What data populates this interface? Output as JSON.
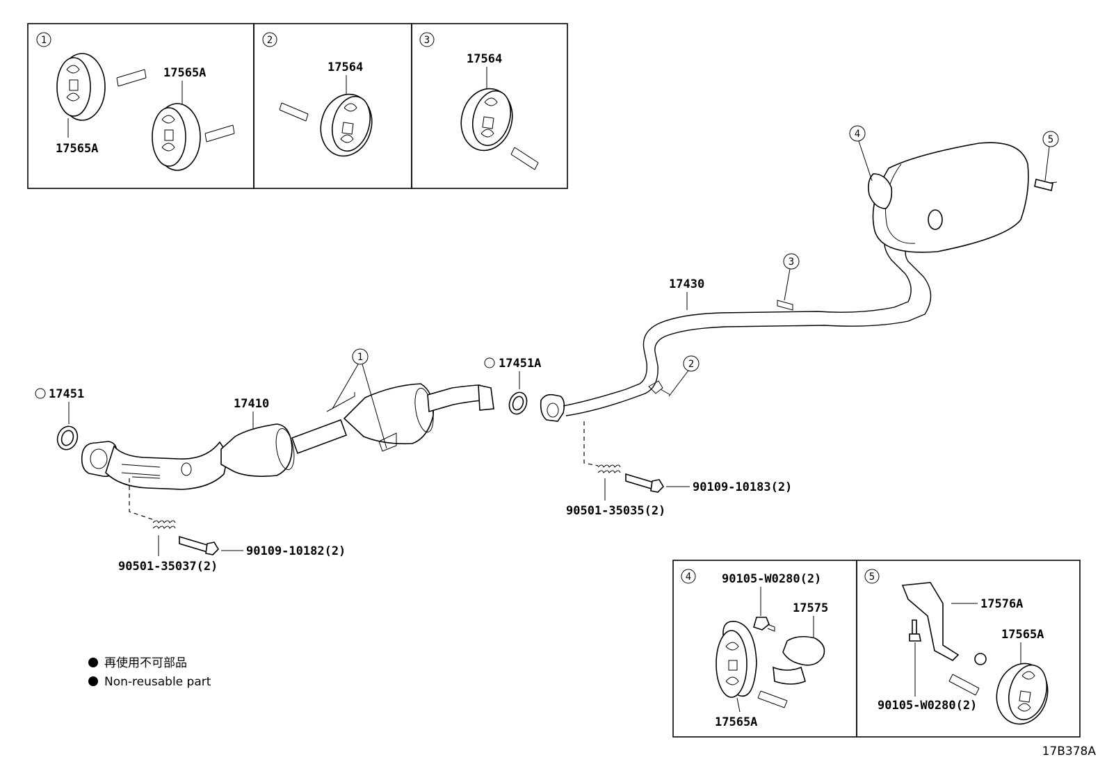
{
  "diagram_code": "17B378A",
  "detail_boxes": [
    {
      "marker": "1",
      "labels": [
        "17565A",
        "17565A"
      ]
    },
    {
      "marker": "2",
      "labels": [
        "17564"
      ]
    },
    {
      "marker": "3",
      "labels": [
        "17564"
      ]
    },
    {
      "marker": "4",
      "labels": [
        "90105-W0280(2)",
        "17575",
        "17565A"
      ]
    },
    {
      "marker": "5",
      "labels": [
        "17576A",
        "17565A",
        "90105-W0280(2)"
      ]
    }
  ],
  "main_labels": {
    "gasket_front": "17451",
    "front_pipe": "17410",
    "gasket_center": "17451A",
    "tail_pipe": "17430",
    "spring_front": "90501-35037(2)",
    "bolt_front": "90109-10182(2)",
    "spring_center": "90501-35035(2)",
    "bolt_center": "90109-10183(2)"
  },
  "callouts_on_main": [
    "1",
    "2",
    "3",
    "4",
    "5"
  ],
  "legend": {
    "line1": "再使用不可部品",
    "line2": "Non-reusable part"
  }
}
